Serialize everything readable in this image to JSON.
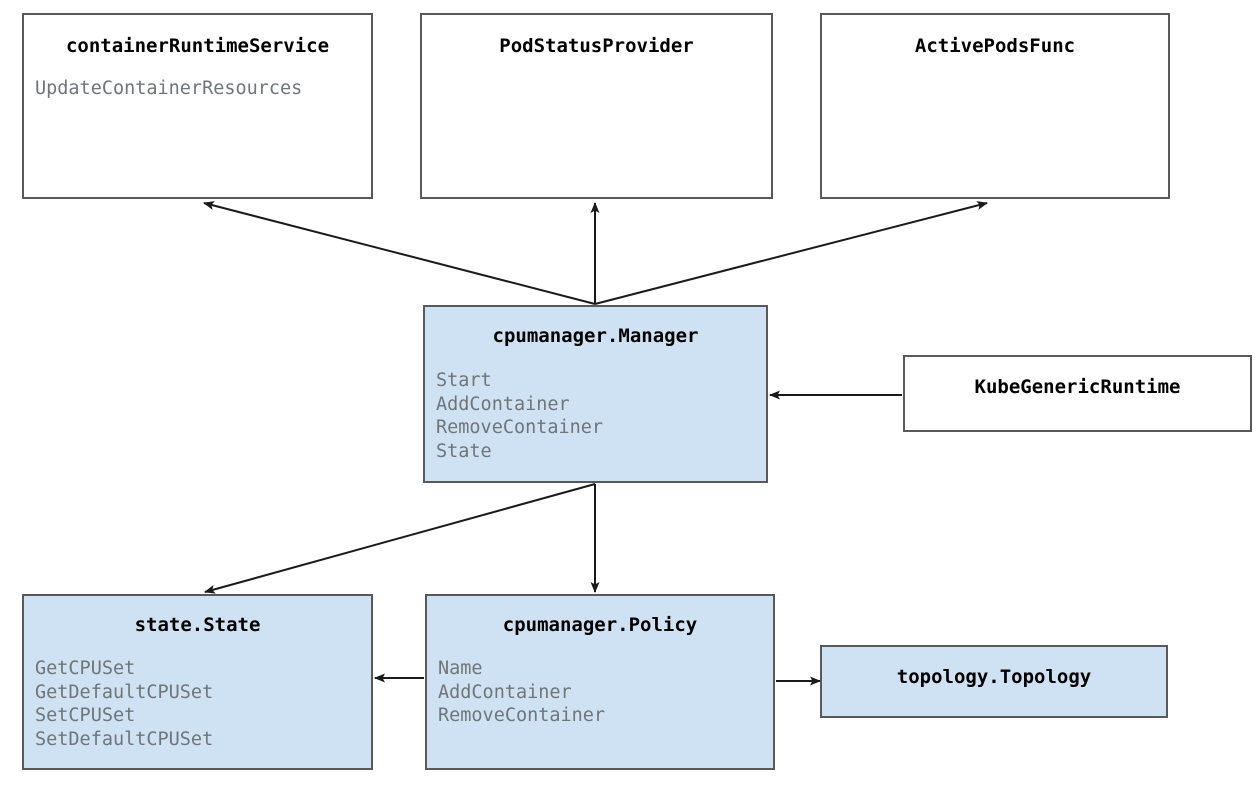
{
  "diagram": {
    "kind": "class-diagram",
    "background_color": "#ffffff",
    "node_fill_plain": "#ffffff",
    "node_fill_highlight": "#cfe2f3",
    "node_border_color": "#595959",
    "title_text_color": "#000000",
    "member_text_color": "#6f7579",
    "edge_color": "#1a1a1a"
  },
  "nodes": {
    "containerRuntimeService": {
      "title": "containerRuntimeService",
      "members": [
        "UpdateContainerResources"
      ]
    },
    "podStatusProvider": {
      "title": "PodStatusProvider",
      "members": []
    },
    "activePodsFunc": {
      "title": "ActivePodsFunc",
      "members": []
    },
    "cpumanagerManager": {
      "title": "cpumanager.Manager",
      "members": [
        "Start",
        "AddContainer",
        "RemoveContainer",
        "State"
      ]
    },
    "kubeGenericRuntime": {
      "title": "KubeGenericRuntime",
      "members": []
    },
    "stateState": {
      "title": "state.State",
      "members": [
        "GetCPUSet",
        "GetDefaultCPUSet",
        "SetCPUSet",
        "SetDefaultCPUSet"
      ]
    },
    "cpumanagerPolicy": {
      "title": "cpumanager.Policy",
      "members": [
        "Name",
        "AddContainer",
        "RemoveContainer"
      ]
    },
    "topologyTopology": {
      "title": "topology.Topology",
      "members": []
    }
  },
  "edges": [
    {
      "name": "manager-to-containerRuntimeService",
      "from": "cpumanagerManager",
      "to": "containerRuntimeService",
      "arrowhead": "to"
    },
    {
      "name": "manager-to-podStatusProvider",
      "from": "cpumanagerManager",
      "to": "podStatusProvider",
      "arrowhead": "to"
    },
    {
      "name": "manager-to-activePodsFunc",
      "from": "cpumanagerManager",
      "to": "activePodsFunc",
      "arrowhead": "to"
    },
    {
      "name": "kubeGenericRuntime-to-manager",
      "from": "kubeGenericRuntime",
      "to": "cpumanagerManager",
      "arrowhead": "to"
    },
    {
      "name": "manager-to-stateState",
      "from": "cpumanagerManager",
      "to": "stateState",
      "arrowhead": "to"
    },
    {
      "name": "manager-to-cpumanagerPolicy",
      "from": "cpumanagerManager",
      "to": "cpumanagerPolicy",
      "arrowhead": "to"
    },
    {
      "name": "policy-to-stateState",
      "from": "cpumanagerPolicy",
      "to": "stateState",
      "arrowhead": "to"
    },
    {
      "name": "policy-to-topologyTopology",
      "from": "cpumanagerPolicy",
      "to": "topologyTopology",
      "arrowhead": "to"
    }
  ]
}
